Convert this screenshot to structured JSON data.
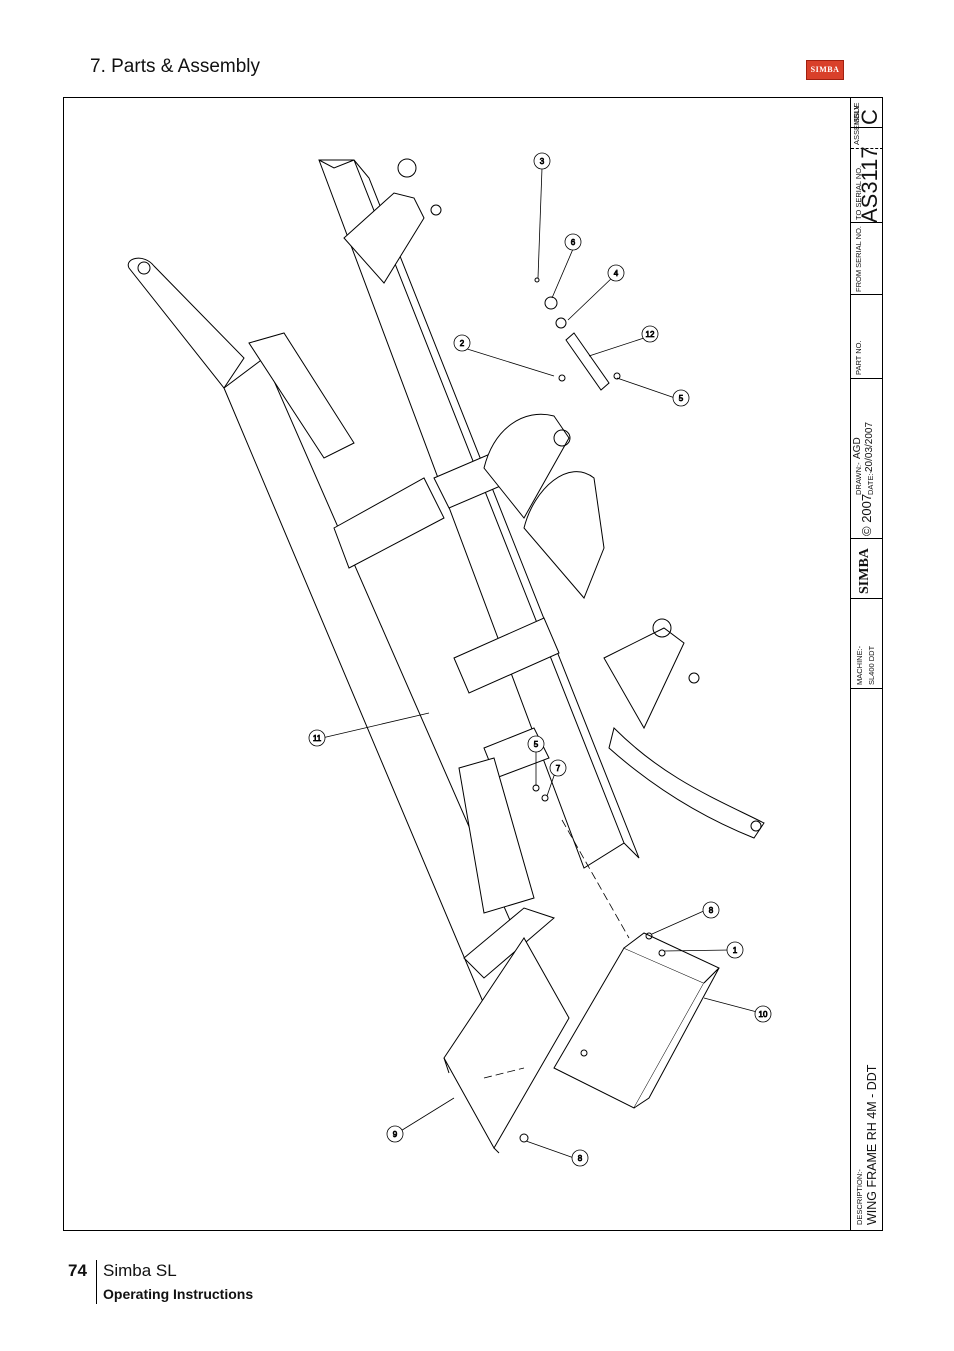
{
  "header": {
    "section": "7. Parts & Assembly",
    "logo_text": "SIMBA"
  },
  "callouts": [
    "1",
    "2",
    "3",
    "4",
    "5",
    "5",
    "6",
    "7",
    "8",
    "8",
    "9",
    "10",
    "11",
    "12"
  ],
  "title_block": {
    "description_label": "DESCRIPTION:-",
    "description": "WING FRAME  RH 4M - DDT",
    "machine_label": "MACHINE:-",
    "machine": "SL400 DDT",
    "brand": "SIMBA",
    "copyright": "© 2007",
    "drawn_label": "DRAWN:-",
    "drawn_by": "AGD",
    "date_label": "DATE:-",
    "date": "20/03/2007",
    "part_no_label": "PART NO.",
    "from_serial_label": "FROM SERIAL NO.",
    "to_serial_label": "TO SERIAL NO.",
    "assembly_label": "ASSEMBLY",
    "assembly": "AS3117",
    "issue_label": "ISSUE",
    "issue": "C"
  },
  "footer": {
    "page_number": "74",
    "product": "Simba SL",
    "subtitle": "Operating Instructions"
  }
}
